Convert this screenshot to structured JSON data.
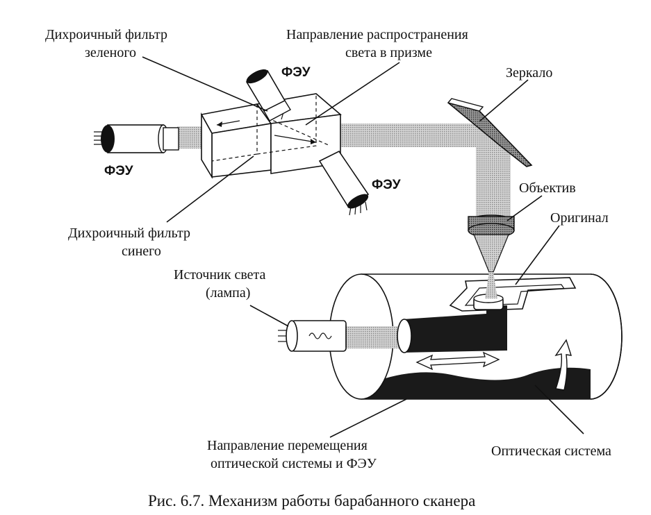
{
  "labels": {
    "green_filter_l1": "Дихроичный фильтр",
    "green_filter_l2": "зеленого",
    "prism_direction_l1": "Направление распространения",
    "prism_direction_l2": "света в призме",
    "pmt_top": "ФЭУ",
    "pmt_left": "ФЭУ",
    "pmt_bottom": "ФЭУ",
    "mirror": "Зеркало",
    "lens": "Объектив",
    "original": "Оригинал",
    "blue_filter_l1": "Дихроичный фильтр",
    "blue_filter_l2": "синего",
    "light_source_l1": "Источник света",
    "light_source_l2": "(лампа)",
    "movement_l1": "Направление перемещения",
    "movement_l2": "оптической системы и ФЭУ",
    "optical_system": "Оптическая система"
  },
  "caption": "Рис. 6.7. Механизм работы барабанного сканера",
  "colors": {
    "ink": "#111111",
    "beam": "#b5b5b5",
    "dark": "#1a1a1a",
    "paper": "#ffffff"
  }
}
